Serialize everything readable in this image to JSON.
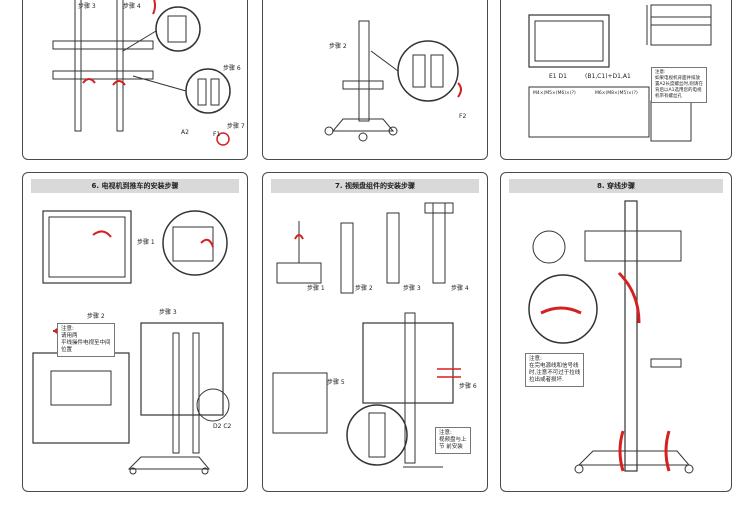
{
  "panels": {
    "p3": {
      "labels": {
        "step3": "步骤 3",
        "step4": "步骤 4",
        "step6": "步骤 6",
        "step7": "步骤 7",
        "a2": "A2",
        "f1": "F1"
      }
    },
    "p4": {
      "labels": {
        "step2": "步骤 2",
        "f2": "F2"
      }
    },
    "p5": {
      "labels": {
        "e1d1": "E1 D1",
        "b1c1": "(B1,C1)+D1,A1",
        "mx": "M4×(M5×(M6)×(?)",
        "my": "M6×(M8×(M5)×(?)"
      },
      "note": "注意:\n如果电视机背面并排放\n置A2长度螺丝时,则请在\n背后以A1选用您的电视\n机带有螺丝孔"
    },
    "p6": {
      "title": "6. 电视机到推车的安装步骤",
      "labels": {
        "step1": "步骤 1",
        "step2": "步骤 2",
        "step3": "步骤 3",
        "d2c2": "D2 C2"
      },
      "note": "注意:\n请用两\n平线操件电视至中间\n位置"
    },
    "p7": {
      "title": "7. 视频盘组件的安装步骤",
      "labels": {
        "step1": "步骤 1",
        "step2": "步骤 2",
        "step3": "步骤 3",
        "step4": "步骤 4",
        "step5": "步骤 5",
        "step6": "步骤 6"
      },
      "note": "注意:\n视频盘与上\n节 前安装"
    },
    "p8": {
      "title": "8. 穿线步骤",
      "note": "注意:\n在完电源线和信号线\n时,注意不可过于拉线\n拉出或者损坏."
    },
    "colors": {
      "accent": "#d42020",
      "line": "#333333",
      "header": "#d9d9d9"
    }
  }
}
